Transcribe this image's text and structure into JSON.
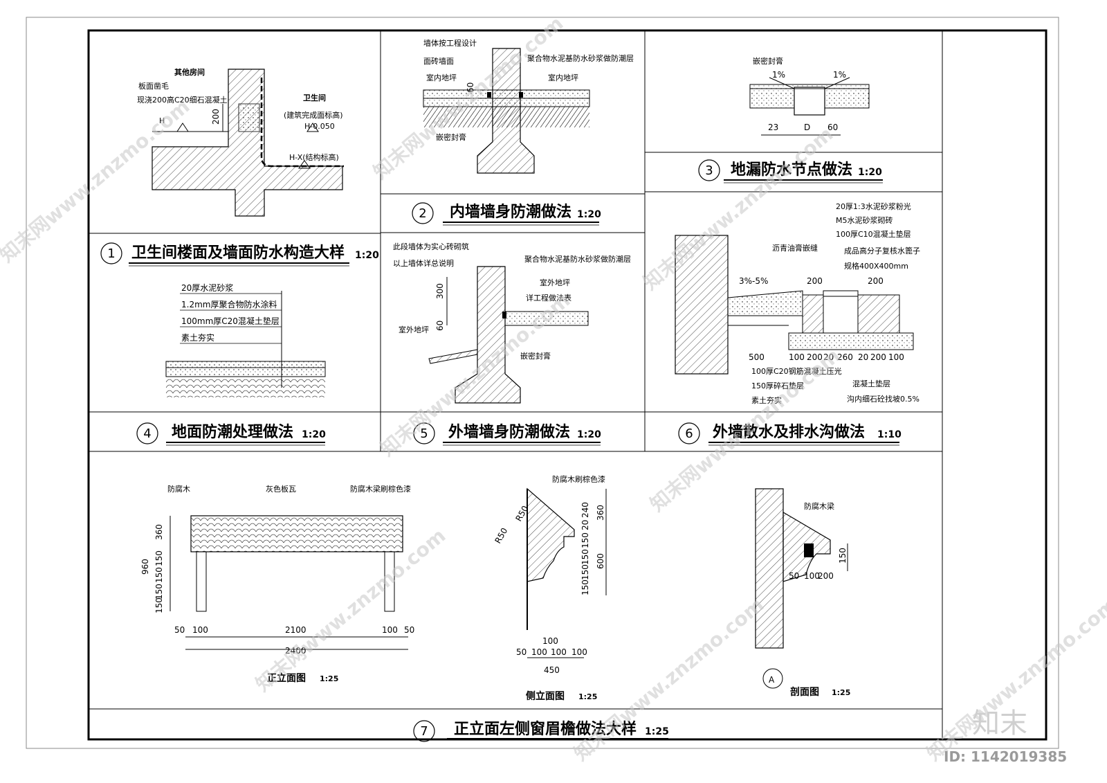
{
  "details": [
    {
      "num": "1",
      "title": "卫生间楼面及墙面防水构造大样",
      "scale": "1:20",
      "notes": [
        "其他房间",
        "板面凿毛",
        "现浇200高C20细石混凝土",
        "卫生间",
        "(建筑完成面标高)",
        "H-0.050",
        "H-X(结构标高)",
        "H",
        "200"
      ]
    },
    {
      "num": "2",
      "title": "内墙墙身防潮做法",
      "scale": "1:20",
      "notes": [
        "墙体按工程设计",
        "面砖墙面",
        "聚合物水泥基防水砂浆做防潮层",
        "室内地坪",
        "室内地坪",
        "嵌密封膏",
        "60"
      ]
    },
    {
      "num": "3",
      "title": "地漏防水节点做法",
      "scale": "1:20",
      "notes": [
        "嵌密封膏",
        "1%",
        "1%",
        "23",
        "D",
        "60"
      ]
    },
    {
      "num": "4",
      "title": "地面防潮处理做法",
      "scale": "1:20",
      "notes": [
        "20厚水泥砂浆",
        "1.2mm厚聚合物防水涂料",
        "100mm厚C20混凝土垫层",
        "素土夯实"
      ]
    },
    {
      "num": "5",
      "title": "外墙墙身防潮做法",
      "scale": "1:20",
      "notes": [
        "此段墙体为实心砖砌筑",
        "以上墙体详总说明",
        "聚合物水泥基防水砂浆做防潮层",
        "室外地坪",
        "详工程做法表",
        "室外地坪",
        "嵌密封膏",
        "300",
        "60"
      ]
    },
    {
      "num": "6",
      "title": "外墙散水及排水沟做法",
      "scale": "1:10",
      "notes": [
        "20厚1:3水泥砂浆粉光",
        "M5水泥砂浆砌砖",
        "100厚C10混凝土垫层",
        "成品高分子复核水篦子",
        "规格400X400mm",
        "沥青油膏嵌缝",
        "3%-5%",
        "200",
        "200",
        "500",
        "100",
        "200",
        "20",
        "260",
        "20",
        "200",
        "100",
        "100厚C20钢筋混凝土压光",
        "150厚碎石垫层",
        "素土夯实",
        "混凝土垫层",
        "沟内细石砼找坡0.5%"
      ]
    },
    {
      "num": "7",
      "title": "正立面左侧窗眉檐做法大样",
      "scale": "1:25",
      "notes": [
        "防腐木",
        "灰色板瓦",
        "防腐木梁刷棕色漆",
        "960",
        "360",
        "150",
        "150",
        "150",
        "150",
        "50",
        "100",
        "2100",
        "100",
        "50",
        "2400",
        "正立面图",
        "1:25",
        "防腐木刷棕色漆",
        "R50",
        "R50",
        "240",
        "20",
        "150",
        "150",
        "150",
        "150",
        "360",
        "600",
        "100",
        "50",
        "100",
        "100",
        "100",
        "450",
        "侧立面图",
        "1:25",
        "防腐木梁",
        "150",
        "50",
        "100",
        "200",
        "A",
        "剖面图",
        "1:25"
      ]
    }
  ],
  "watermark": {
    "site": "知末网www.znzmo.com",
    "brand": "知末",
    "id": "ID: 1142019385"
  }
}
